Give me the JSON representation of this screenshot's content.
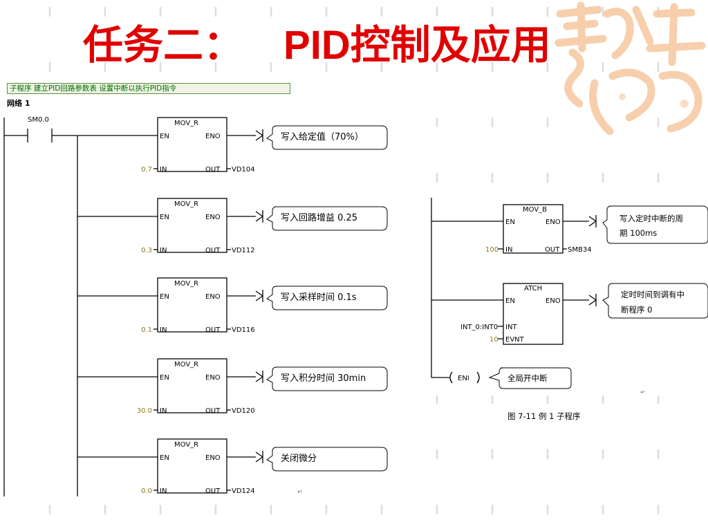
{
  "title": {
    "prefix": "任务二：",
    "pid": "PID",
    "suffix": "控制及应用"
  },
  "ladder_left": {
    "header": "子程序 建立PID回路参数表 设置中断以执行PID指令",
    "network": "网络 1",
    "contact": "SM0.0",
    "rungs": [
      {
        "box": "MOV_R",
        "en": "EN",
        "eno": "ENO",
        "in_value": "0.7",
        "in": "IN",
        "out": "OUT",
        "out_addr": "VD104",
        "comment": "写入给定值（70%）"
      },
      {
        "box": "MOV_R",
        "en": "EN",
        "eno": "ENO",
        "in_value": "0.3",
        "in": "IN",
        "out": "OUT",
        "out_addr": "VD112",
        "comment": "写入回路增益 0.25"
      },
      {
        "box": "MOV_R",
        "en": "EN",
        "eno": "ENO",
        "in_value": "0.1",
        "in": "IN",
        "out": "OUT",
        "out_addr": "VD116",
        "comment": "写入采样时间 0.1s"
      },
      {
        "box": "MOV_R",
        "en": "EN",
        "eno": "ENO",
        "in_value": "30.0",
        "in": "IN",
        "out": "OUT",
        "out_addr": "VD120",
        "comment": "写入积分时间 30min"
      },
      {
        "box": "MOV_R",
        "en": "EN",
        "eno": "ENO",
        "in_value": "0.0",
        "in": "IN",
        "out": "OUT",
        "out_addr": "VD124",
        "comment": "关闭微分"
      }
    ]
  },
  "ladder_right": {
    "movb": {
      "box": "MOV_B",
      "en": "EN",
      "eno": "ENO",
      "in_value": "100",
      "in": "IN",
      "out": "OUT",
      "out_addr": "SMB34",
      "comment_1": "写入定时中断的周",
      "comment_2": "期 100ms"
    },
    "atch": {
      "box": "ATCH",
      "en": "EN",
      "eno": "ENO",
      "int_value": "INT_0:INT0",
      "int": "INT",
      "evnt_value": "10",
      "evnt": "EVNT",
      "comment_1": "定时时间到调有中",
      "comment_2": "断程序 0"
    },
    "eni": {
      "label": "ENI",
      "comment": "全局开中断"
    },
    "caption": "图 7-11 例 1 子程序"
  },
  "return_mark": "↵",
  "colors": {
    "title": "#e00000",
    "deco": "#f6c79e",
    "header_text": "#006c00",
    "value_text": "#8a7a1a"
  }
}
